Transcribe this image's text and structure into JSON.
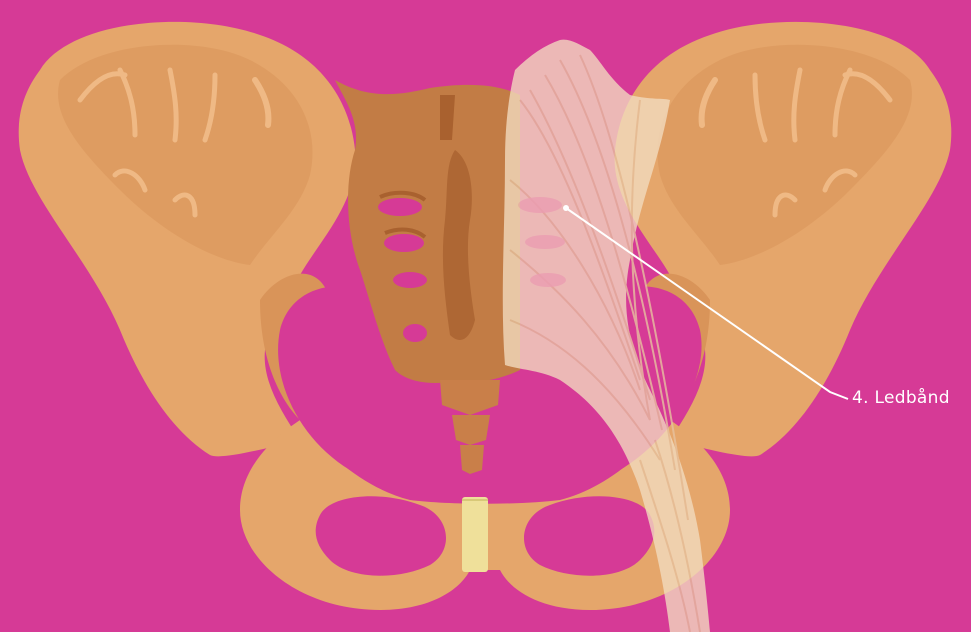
{
  "background_color": "#d63a96",
  "colors": {
    "bone_light": "#e5a66b",
    "bone_mid": "#d99459",
    "bone_dark": "#c97f49",
    "sacrum": "#c27c45",
    "sacrum_dark": "#a9612f",
    "ligament": "#f3dcc0",
    "cartilage": "#efe09a"
  },
  "annotation": {
    "text": "4. Ledbånd",
    "leader_line_color": "#ffffff"
  },
  "parts": [
    "left-ilium",
    "right-ilium",
    "sacrum",
    "coccyx",
    "pubic-symphysis",
    "obturator-foramen-left",
    "obturator-foramen-right",
    "ligament"
  ]
}
